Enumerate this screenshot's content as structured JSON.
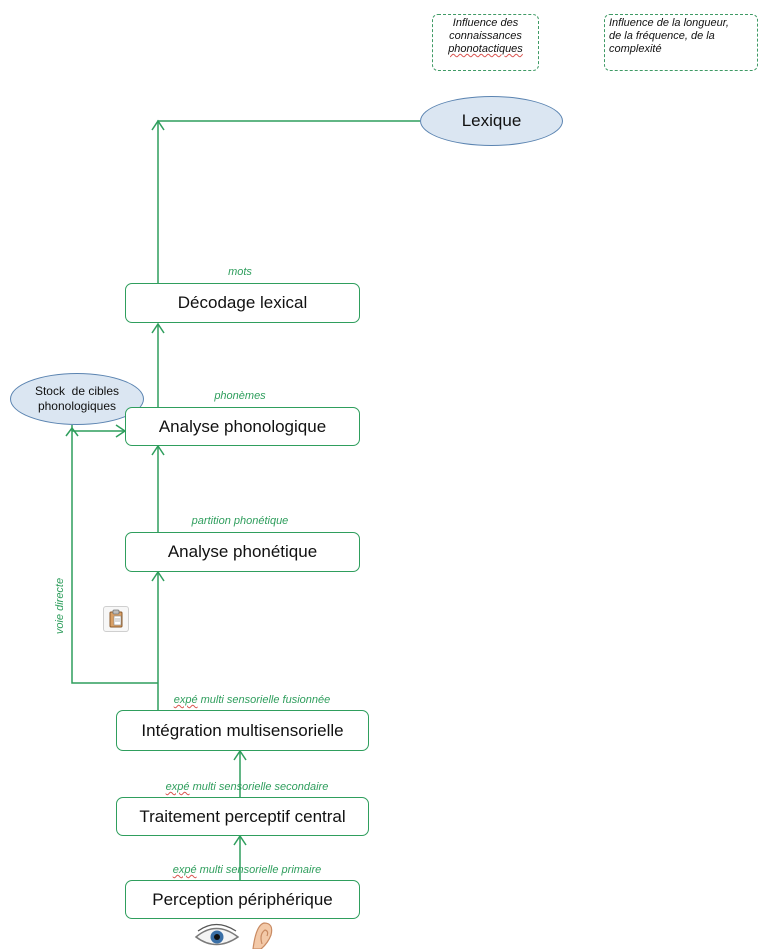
{
  "notes": {
    "phonotactic": [
      "Influence des",
      "connaissances",
      "phonotactiques"
    ],
    "length": [
      "Influence de la longueur,",
      "de la fréquence, de la",
      "complexité"
    ]
  },
  "ellipses": {
    "lexique": "Lexique",
    "stock": [
      "Stock  de cibles",
      "phonologiques"
    ]
  },
  "boxes": {
    "decodage": "Décodage lexical",
    "phonologique": "Analyse phonologique",
    "phonetique": "Analyse phonétique",
    "integration": "Intégration multisensorielle",
    "traitement": "Traitement perceptif central",
    "perception": "Perception périphérique"
  },
  "labels": {
    "mots": "mots",
    "phonemes": "phonèmes",
    "partition": "partition phonétique",
    "voie": "voie directe",
    "fusionnee": {
      "expe": "expé",
      "rest": " multi sensorielle fusionnée"
    },
    "secondaire": {
      "expe": "expé",
      "rest": " multi sensorielle secondaire"
    },
    "primaire": {
      "expe": "expé",
      "rest": " multi sensorielle primaire"
    }
  },
  "icons": [
    "clipboard-icon",
    "eye-icon",
    "ear-icon"
  ],
  "colors": {
    "arrow": "#2f9e5d",
    "ellipse_fill": "#dbe6f2",
    "ellipse_border": "#5b84b1"
  }
}
